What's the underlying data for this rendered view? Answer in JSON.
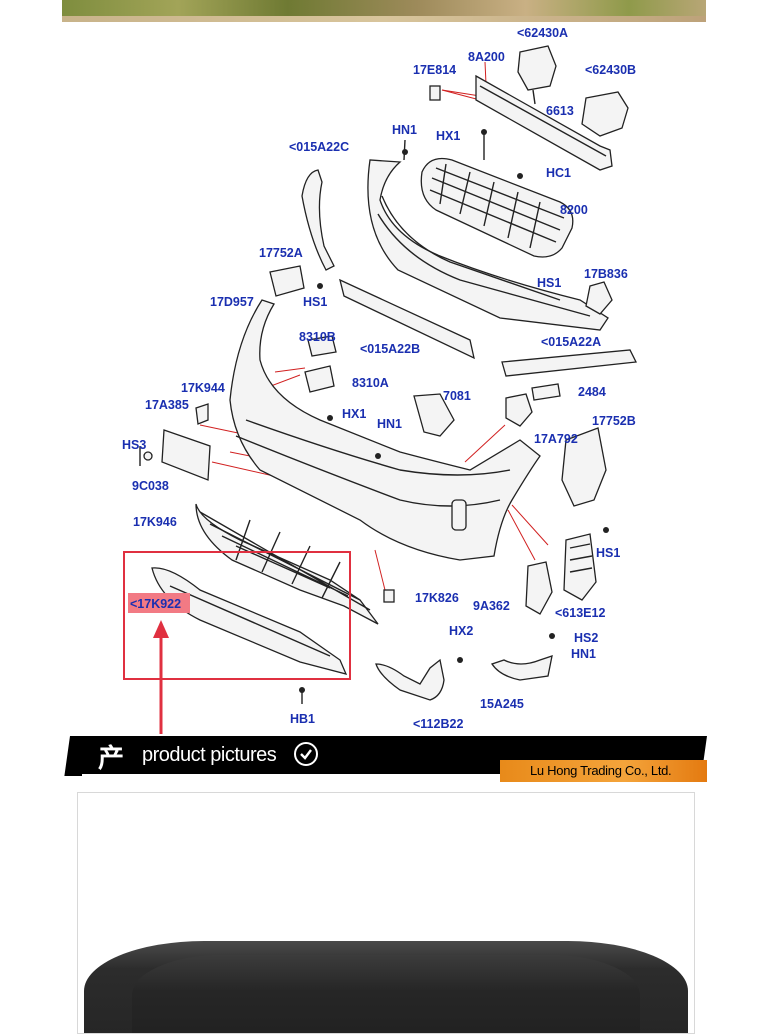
{
  "diagram": {
    "labels": {
      "p62430a": "<62430A",
      "p8a200": "8A200",
      "p17e814": "17E814",
      "p62430b": "<62430B",
      "p6613": "6613",
      "phn1top": "HN1",
      "phx1top": "HX1",
      "p015a22c": "<015A22C",
      "phc1": "HC1",
      "p8200": "8200",
      "p17752a": "17752A",
      "phs1a": "HS1",
      "p17b836": "17B836",
      "p17d957": "17D957",
      "phs1b": "HS1",
      "p015a22b": "<015A22B",
      "p8310b": "8310B",
      "p015a22a": "<015A22A",
      "p17k944": "17K944",
      "p8310a": "8310A",
      "p2484": "2484",
      "p7081": "7081",
      "p17a385": "17A385",
      "phx1mid": "HX1",
      "p17752b": "17752B",
      "phn1mid": "HN1",
      "p17a792": "17A792",
      "phs3": "HS3",
      "p9c038": "9C038",
      "p17k946": "17K946",
      "phs1c": "HS1",
      "p17k922": "<17K922",
      "p17k826": "17K826",
      "p9a362": "9A362",
      "p613e12": "<613E12",
      "phx2": "HX2",
      "phs2": "HS2",
      "phn1low": "HN1",
      "p15a245": "15A245",
      "phb1": "HB1",
      "p112b22": "<112B22"
    },
    "highlight_color": "#e03040",
    "label_color": "#1a2fb0"
  },
  "banner": {
    "char": "产",
    "title": "product pictures",
    "company": "Lu Hong Trading Co., Ltd."
  }
}
